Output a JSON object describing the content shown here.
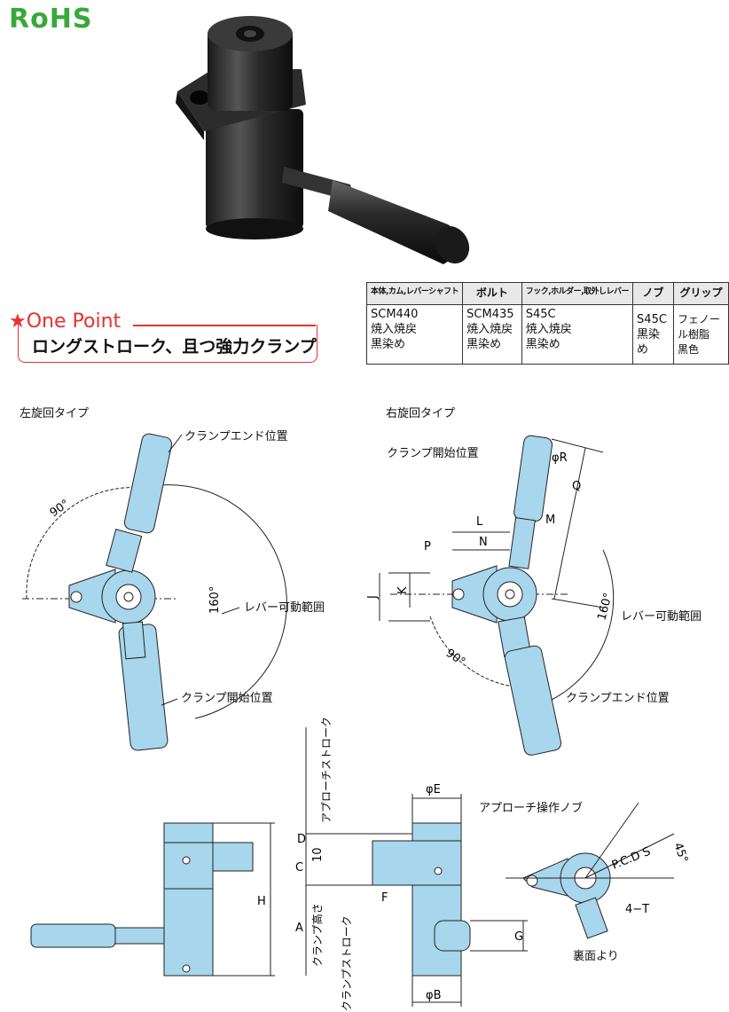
{
  "rohs": "RoHS",
  "one_point": {
    "title": "★One Point",
    "text": "ロングストローク、且つ強力クランプ"
  },
  "materials": {
    "headers": [
      "本体,カム,レバーシャフト",
      "ボルト",
      "フック,ホルダー,取外しレバー",
      "ノブ",
      "グリップ"
    ],
    "rows": [
      [
        "SCM440",
        "SCM435",
        "S45C",
        "S45C",
        "フェノール樹脂"
      ],
      [
        "焼入焼戻",
        "焼入焼戻",
        "焼入焼戻",
        "黒染め",
        "黒色"
      ],
      [
        "黒染め",
        "黒染め",
        "黒染め",
        "",
        ""
      ]
    ]
  },
  "left_diagram": {
    "title": "左旋回タイプ",
    "clamp_end": "クランプエンド位置",
    "clamp_start": "クランプ開始位置",
    "lever_range": "レバー可動範囲",
    "angle_90": "90°",
    "angle_160": "160°"
  },
  "right_diagram": {
    "title": "右旋回タイプ",
    "clamp_start": "クランプ開始位置",
    "clamp_end": "クランプエンド位置",
    "lever_range": "レバー可動範囲",
    "angle_90": "90°",
    "angle_160": "160°",
    "dims": [
      "φR",
      "Q",
      "L",
      "M",
      "N",
      "P",
      "J",
      "K"
    ]
  },
  "bottom": {
    "approach_stroke": "アプローチストローク",
    "clamp_height": "クランプ高さ",
    "clamp_stroke": "クランプストローク",
    "approach_knob": "アプローチ操作ノブ",
    "from_back": "裏面より",
    "dims": {
      "H": "H",
      "D": "D",
      "C": "C",
      "A": "A",
      "ten": "10",
      "F": "F",
      "phiE": "φE",
      "phiB": "φB",
      "G": "G",
      "pcd": "P.C.D S",
      "deg45": "45°",
      "holes": "4−T"
    }
  }
}
